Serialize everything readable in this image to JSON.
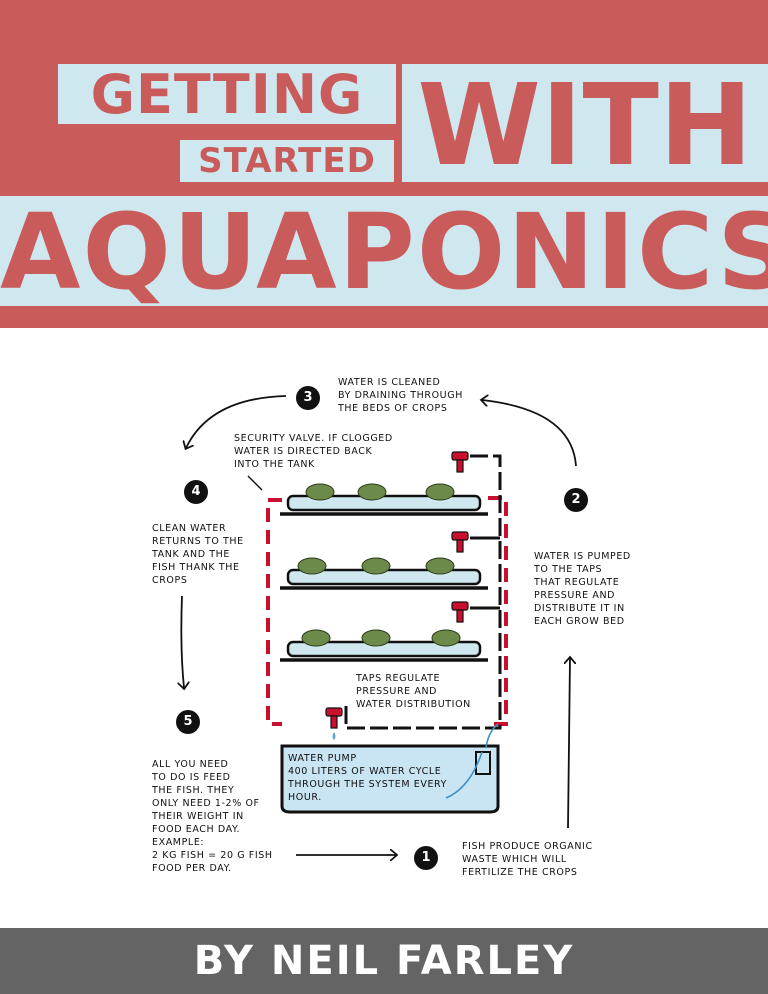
{
  "title": {
    "line1": "GETTING",
    "line2": "STARTED",
    "line3": "WITH",
    "line4": "AQUAPONICS"
  },
  "colors": {
    "banner": "#c95b5b",
    "stencil_fill": "#cfe8ef",
    "footer": "#646464",
    "pipe": "#c8102e",
    "water": "#c9e4f2"
  },
  "steps": [
    {
      "number": "1",
      "text": "FISH PRODUCE ORGANIC\nWASTE WHICH WILL\nFERTILIZE THE CROPS"
    },
    {
      "number": "2",
      "text": "WATER IS PUMPED\nTO THE TAPS\nTHAT REGULATE\nPRESSURE AND\nDISTRIBUTE IT IN\nEACH GROW BED"
    },
    {
      "number": "3",
      "text": "WATER IS CLEANED\nBY DRAINING THROUGH\nTHE BEDS OF CROPS"
    },
    {
      "number": "4",
      "text": "CLEAN WATER\nRETURNS TO THE\nTANK AND THE\nFISH THANK THE\nCROPS"
    },
    {
      "number": "5",
      "text": "ALL YOU NEED\nTO DO IS FEED\nTHE FISH. THEY\nONLY NEED 1-2% OF\nTHEIR WEIGHT IN\nFOOD EACH DAY.\nEXAMPLE:\n2 KG FISH = 20 G FISH\nFOOD PER DAY."
    }
  ],
  "labels": {
    "security_valve": "SECURITY VALVE. IF CLOGGED\nWATER IS DIRECTED BACK\nINTO THE TANK",
    "taps": "TAPS REGULATE\nPRESSURE AND\nWATER DISTRIBUTION",
    "pump": "WATER PUMP\n400 LITERS OF WATER CYCLE\nTHROUGH THE SYSTEM EVERY\nHOUR."
  },
  "footer": {
    "byline": "BY NEIL FARLEY"
  },
  "icons": [
    "plant-icon",
    "tap-icon",
    "arrow-icon"
  ]
}
